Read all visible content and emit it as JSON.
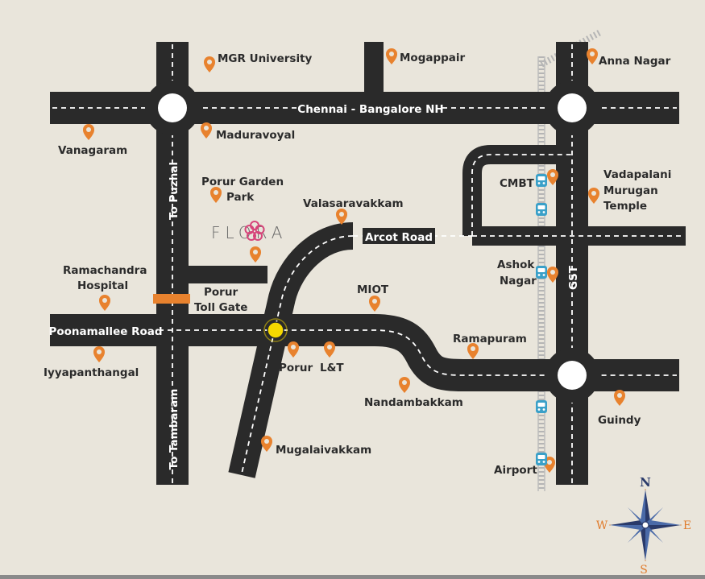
{
  "roads": {
    "chennai_bangalore_nh": "Chennai - Bangalore NH",
    "arcot_road": "Arcot Road",
    "poonamallee_road": "Poonamallee Road",
    "gst": "GST",
    "to_puzhal": "To Puzhal",
    "to_tambaram": "To Tambaram"
  },
  "places": {
    "mgr_university": "MGR University",
    "mogappair": "Mogappair",
    "anna_nagar": "Anna Nagar",
    "vanagaram": "Vanagaram",
    "maduravoyal": "Maduravoyal",
    "porur_garden_park_1": "Porur Garden",
    "porur_garden_park_2": "Park",
    "valasaravakkam": "Valasaravakkam",
    "cmbt": "CMBT",
    "vadapalani_1": "Vadapalani",
    "vadapalani_2": "Murugan",
    "vadapalani_3": "Temple",
    "ramachandra_1": "Ramachandra",
    "ramachandra_2": "Hospital",
    "porur_toll_1": "Porur",
    "porur_toll_2": "Toll Gate",
    "miot": "MIOT",
    "ashok_nagar_1": "Ashok",
    "ashok_nagar_2": "Nagar",
    "ramapuram": "Ramapuram",
    "iyyapanthangal": "Iyyapanthangal",
    "porur": "Porur",
    "lt": "L&T",
    "nandambakkam": "Nandambakkam",
    "guindy": "Guindy",
    "mugalaivakkam": "Mugalaivakkam",
    "airport": "Airport"
  },
  "project_logo": "FLORA",
  "compass": {
    "n": "N",
    "e": "E",
    "s": "S",
    "w": "W"
  },
  "colors": {
    "background": "#e9e5db",
    "road": "#2a2a2a",
    "road_dash": "#ffffff",
    "marker": "#e8822e",
    "project_marker": "#f5d800",
    "toll_bar": "#e8822e",
    "metro": "#3aa0c8",
    "rail": "#b0b0b0"
  }
}
